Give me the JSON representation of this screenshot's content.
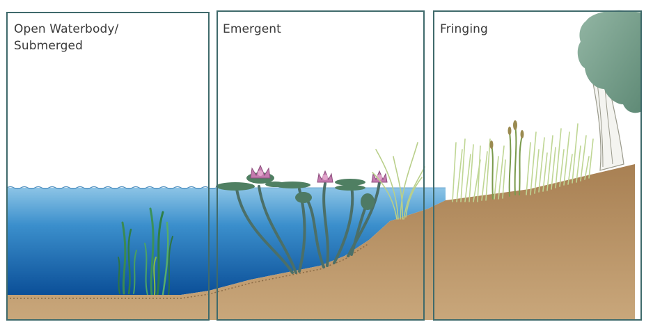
{
  "zones": [
    {
      "title_line1": "Open Waterbody/",
      "title_line2": "Submerged"
    },
    {
      "title_line1": "Emergent"
    },
    {
      "title_line1": "Fringing"
    }
  ],
  "colors": {
    "frame": "#3f6a6b",
    "water_top": "#8fc3e3",
    "water_deep": "#0f5fa8",
    "sediment": "#b89a73",
    "bank": "#b38a5c",
    "lily_pad": "#4e7f63",
    "lily_flower": "#c77ab0",
    "submerged_plant": "#2f8a4a",
    "reeds": "#b8cf86",
    "tree_canopy": "#7fa592"
  }
}
